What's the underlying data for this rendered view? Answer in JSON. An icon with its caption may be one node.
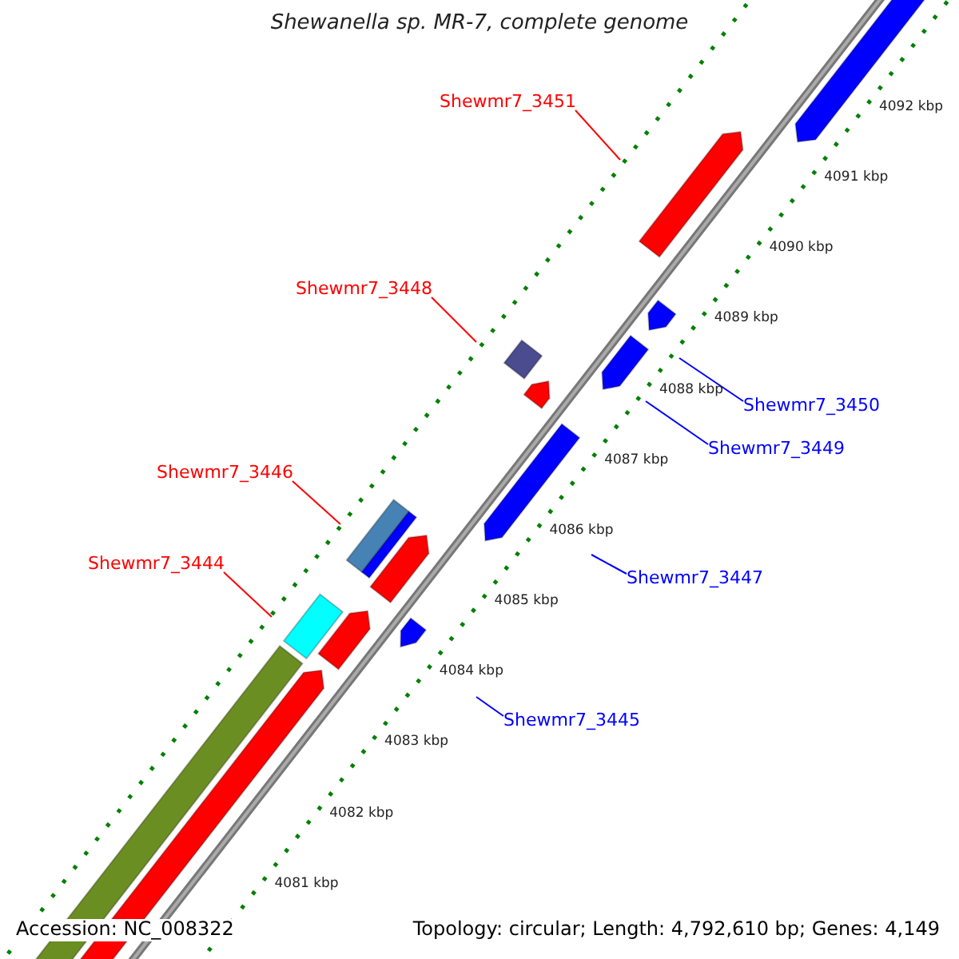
{
  "diagram": {
    "title": "Shewanella sp. MR-7, complete genome",
    "nodes": [
      {
        "text": [
          "Shewmr7_3451"
        ]
      },
      {
        "text": [
          "Shewmr7_3448"
        ]
      },
      {
        "text": [
          "Shewmr7_3446"
        ]
      },
      {
        "text": [
          "Shewmr7_3444"
        ]
      },
      {
        "text": [
          "Shewmr7_3450"
        ]
      },
      {
        "text": [
          "Shewmr7_3449"
        ]
      },
      {
        "text": [
          "Shewmr7_3447"
        ]
      },
      {
        "text": [
          "Shewmr7_3445"
        ]
      }
    ],
    "edges": [
      {
        "from": 0,
        "to": null,
        "arrow": "none",
        "color": "#ff0000"
      },
      {
        "from": 1,
        "to": null,
        "arrow": "none",
        "color": "#ff0000"
      },
      {
        "from": 2,
        "to": null,
        "arrow": "none",
        "color": "#ff0000"
      },
      {
        "from": 3,
        "to": null,
        "arrow": "none",
        "color": "#ff0000"
      },
      {
        "from": 4,
        "to": null,
        "arrow": "none",
        "color": "#0000ff"
      },
      {
        "from": 5,
        "to": null,
        "arrow": "none",
        "color": "#0000ff"
      },
      {
        "from": 6,
        "to": null,
        "arrow": "none",
        "color": "#0000ff"
      },
      {
        "from": 7,
        "to": null,
        "arrow": "none",
        "color": "#0000ff"
      }
    ],
    "labels": [
      "4092 kbp",
      "4091 kbp",
      "4090 kbp",
      "4089 kbp",
      "4088 kbp",
      "4087 kbp",
      "4086 kbp",
      "4085 kbp",
      "4084 kbp",
      "4083 kbp",
      "4082 kbp",
      "4081 kbp",
      "Accession: NC_008322",
      "Topology: circular; Length: 4,792,610 bp; Genes: 4,149"
    ]
  }
}
